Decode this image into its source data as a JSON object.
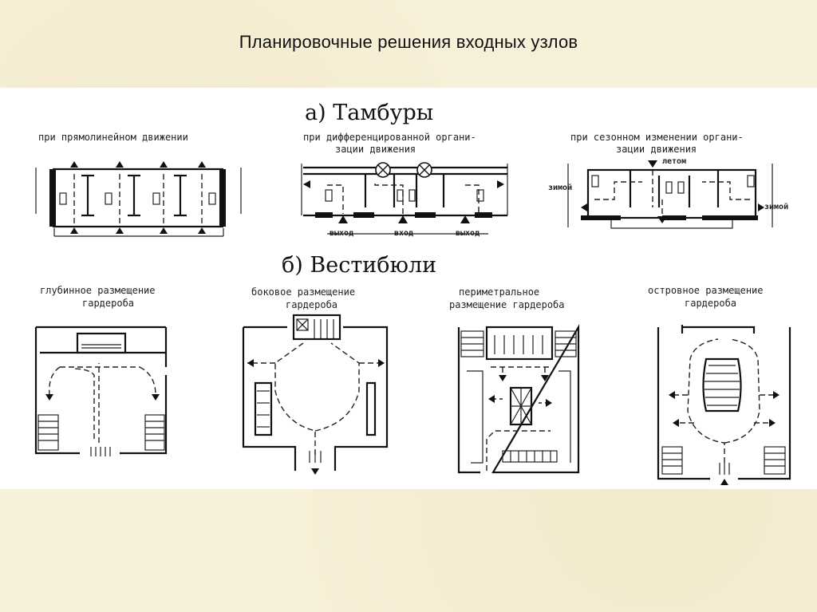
{
  "title": "Планировочные решения входных узлов",
  "section_a": {
    "heading": "а) Тамбуры",
    "diagrams": [
      {
        "label_line1": "при прямолинейном движении",
        "label_line2": ""
      },
      {
        "label_line1": "при дифференцированной органи-",
        "label_line2": "зации движения",
        "annotations": {
          "exit_left": "выход",
          "entry": "вход",
          "exit_right": "выход"
        }
      },
      {
        "label_line1": "при сезонном изменении органи-",
        "label_line2": "зации движения",
        "annotations": {
          "winter_left": "зимой",
          "summer": "летом",
          "winter_right": "зимой"
        }
      }
    ]
  },
  "section_b": {
    "heading": "б) Вестибюли",
    "diagrams": [
      {
        "label_line1": "глубинное размещение",
        "label_line2": "гардероба"
      },
      {
        "label_line1": "боковое размещение",
        "label_line2": "гардероба"
      },
      {
        "label_line1": "периметральное",
        "label_line2": "размещение гардероба"
      },
      {
        "label_line1": "островное размещение",
        "label_line2": "гардероба"
      }
    ]
  }
}
